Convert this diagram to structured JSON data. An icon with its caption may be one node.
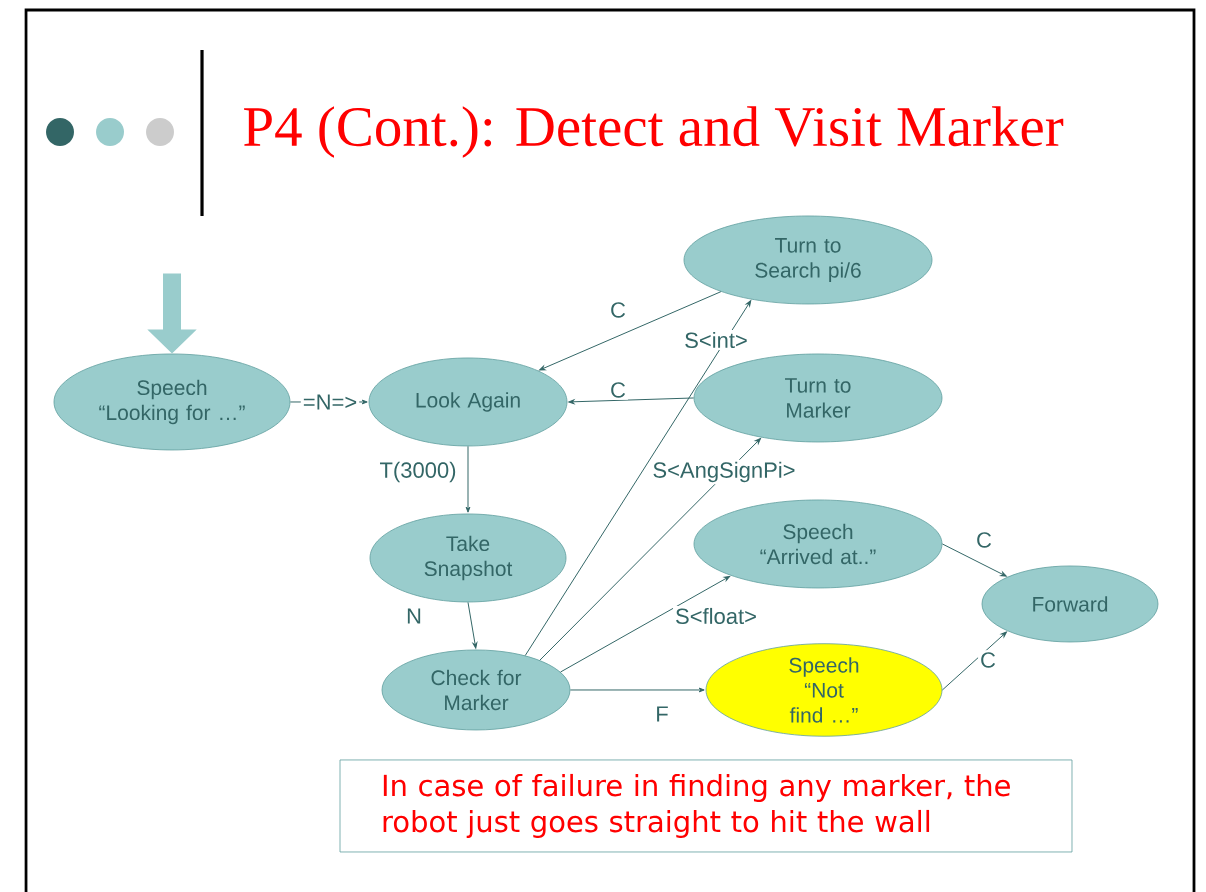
{
  "diagram": {
    "title": "P4 (Cont.): Detect and Visit Marker",
    "nodes": [
      {
        "text": [
          "Speech “Looking for …”"
        ]
      },
      {
        "text": [
          "Look Again"
        ]
      },
      {
        "text": [
          "Turn to Search pi/6"
        ]
      },
      {
        "text": [
          "Turn to Marker"
        ]
      },
      {
        "text": [
          "Take Snapshot"
        ]
      },
      {
        "text": [
          "Speech “Arrived at..”"
        ]
      },
      {
        "text": [
          "Forward"
        ]
      },
      {
        "text": [
          "Check for Marker"
        ]
      },
      {
        "text": [
          "Speech “Not find …”"
        ]
      },
      {
        "text": [
          "In case of failure in finding any marker, the robot just goes straight to hit the wall"
        ]
      }
    ],
    "edges": [
      {
        "from": null,
        "to": 0,
        "arrow": "to",
        "style": "thick",
        "color": "#99cccc"
      },
      {
        "from": 0,
        "to": 1,
        "arrow": "to",
        "label": "=N=>"
      },
      {
        "from": 1,
        "to": 4,
        "arrow": "to",
        "label": "T(3000)"
      },
      {
        "from": 4,
        "to": 7,
        "arrow": "to",
        "label": "N"
      },
      {
        "from": 7,
        "to": 2,
        "arrow": "to",
        "label": "S<int>"
      },
      {
        "from": 7,
        "to": 3,
        "arrow": "to",
        "label": "S<AngSignPi>"
      },
      {
        "from": 7,
        "to": 5,
        "arrow": "to",
        "label": "S<float>"
      },
      {
        "from": 7,
        "to": 8,
        "arrow": "to",
        "label": "F"
      },
      {
        "from": 2,
        "to": 1,
        "arrow": "to",
        "label": "C"
      },
      {
        "from": 3,
        "to": 1,
        "arrow": "to",
        "label": "C"
      },
      {
        "from": 5,
        "to": 6,
        "arrow": "to",
        "label": "C"
      },
      {
        "from": 8,
        "to": 6,
        "arrow": "to",
        "label": "C"
      }
    ]
  }
}
